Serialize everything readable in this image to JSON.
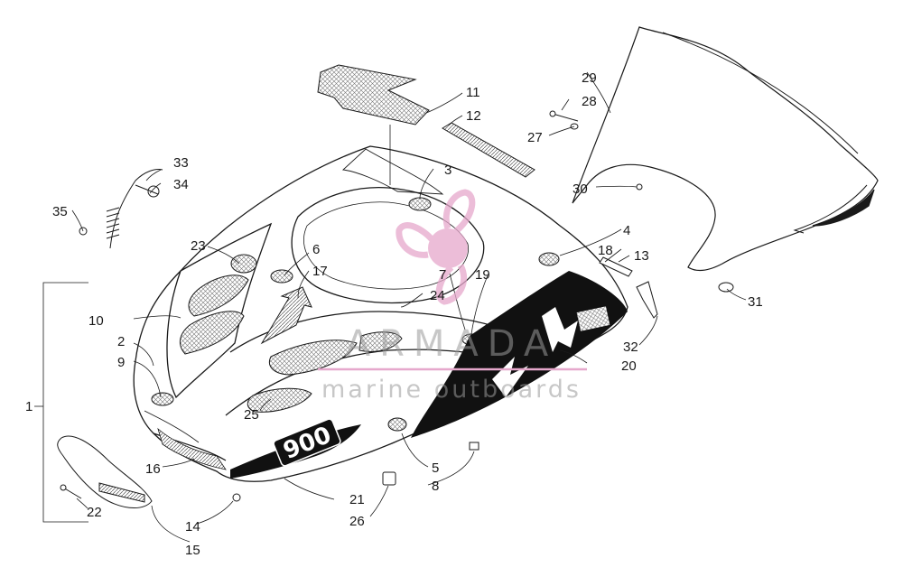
{
  "diagram": {
    "decal_model_text": "900",
    "callouts": [
      "1",
      "2",
      "3",
      "4",
      "5",
      "6",
      "7",
      "8",
      "9",
      "10",
      "11",
      "12",
      "13",
      "14",
      "15",
      "16",
      "17",
      "18",
      "19",
      "20",
      "21",
      "22",
      "23",
      "24",
      "25",
      "26",
      "27",
      "28",
      "29",
      "30",
      "31",
      "32",
      "33",
      "34",
      "35"
    ]
  },
  "watermark": {
    "brand": "ARMADA",
    "tagline": "marine outboards",
    "color": "#e6a8cc"
  },
  "colors": {
    "line": "#1a1a1a",
    "fill": "#ffffff",
    "decal_dark": "#111111",
    "mesh": "#bdbdbd"
  }
}
